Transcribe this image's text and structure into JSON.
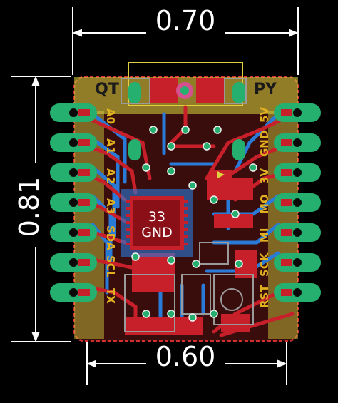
{
  "dimensions": {
    "width_label": "0.70",
    "height_label": "0.81",
    "pin_span_label": "0.60"
  },
  "board_labels": {
    "qt": "QT",
    "py": "PY",
    "chip_line1": "33",
    "chip_line2": "GND",
    "left_pins": [
      "A0",
      "A1",
      "A2",
      "A3",
      "SDA",
      "SCL",
      "TX"
    ],
    "right_pins": [
      "5V",
      "GND",
      "3V",
      "MO",
      "MI",
      "SCK",
      "RST"
    ]
  },
  "colors": {
    "background": "#000000",
    "board_outline": "#d03030",
    "copper_top": "#c8202a",
    "copper_bottom": "#2a7ad8",
    "pad": "#26b070",
    "highlight": "#e0e060",
    "dimension": "#ffffff",
    "silkscreen_label": "#e0b020"
  }
}
